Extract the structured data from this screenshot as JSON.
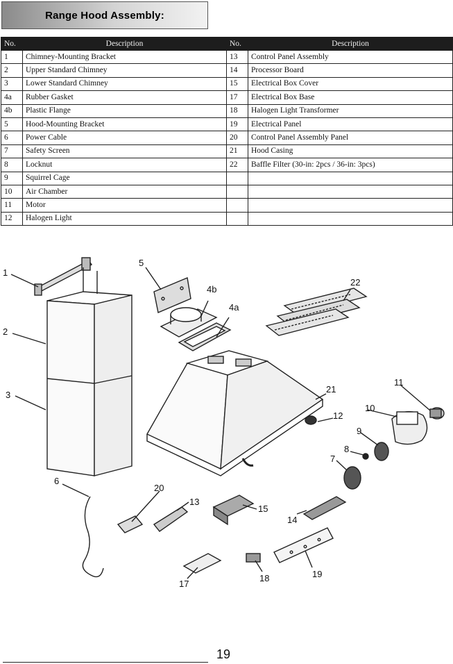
{
  "page": {
    "title": "Range Hood Assembly:",
    "page_number": "19"
  },
  "table": {
    "headers": {
      "no": "No.",
      "description": "Description"
    },
    "left": [
      {
        "no": "1",
        "desc": "Chimney-Mounting Bracket"
      },
      {
        "no": "2",
        "desc": "Upper Standard Chimney"
      },
      {
        "no": "3",
        "desc": "Lower Standard Chimney"
      },
      {
        "no": "4a",
        "desc": "Rubber Gasket"
      },
      {
        "no": "4b",
        "desc": "Plastic Flange"
      },
      {
        "no": "5",
        "desc": "Hood-Mounting Bracket"
      },
      {
        "no": "6",
        "desc": "Power Cable"
      },
      {
        "no": "7",
        "desc": "Safety Screen"
      },
      {
        "no": "8",
        "desc": "Locknut"
      },
      {
        "no": "9",
        "desc": "Squirrel Cage"
      },
      {
        "no": "10",
        "desc": "Air Chamber"
      },
      {
        "no": "11",
        "desc": "Motor"
      },
      {
        "no": "12",
        "desc": "Halogen Light"
      }
    ],
    "right": [
      {
        "no": "13",
        "desc": "Control Panel Assembly"
      },
      {
        "no": "14",
        "desc": "Processor Board"
      },
      {
        "no": "15",
        "desc": "Electrical Box Cover"
      },
      {
        "no": "17",
        "desc": "Electrical Box Base"
      },
      {
        "no": "18",
        "desc": "Halogen Light Transformer"
      },
      {
        "no": "19",
        "desc": "Electrical Panel"
      },
      {
        "no": "20",
        "desc": "Control Panel Assembly Panel"
      },
      {
        "no": "21",
        "desc": "Hood Casing"
      },
      {
        "no": "22",
        "desc": "Baffle Filter (30-in: 2pcs / 36-in: 3pcs)"
      },
      {
        "no": "",
        "desc": ""
      },
      {
        "no": "",
        "desc": ""
      },
      {
        "no": "",
        "desc": ""
      },
      {
        "no": "",
        "desc": ""
      }
    ]
  },
  "callouts": {
    "c1": "1",
    "c2": "2",
    "c3": "3",
    "c4a": "4a",
    "c4b": "4b",
    "c5": "5",
    "c6": "6",
    "c7": "7",
    "c8": "8",
    "c9": "9",
    "c10": "10",
    "c11": "11",
    "c12": "12",
    "c13": "13",
    "c14": "14",
    "c15": "15",
    "c17": "17",
    "c18": "18",
    "c19": "19",
    "c20": "20",
    "c21": "21",
    "c22": "22"
  }
}
